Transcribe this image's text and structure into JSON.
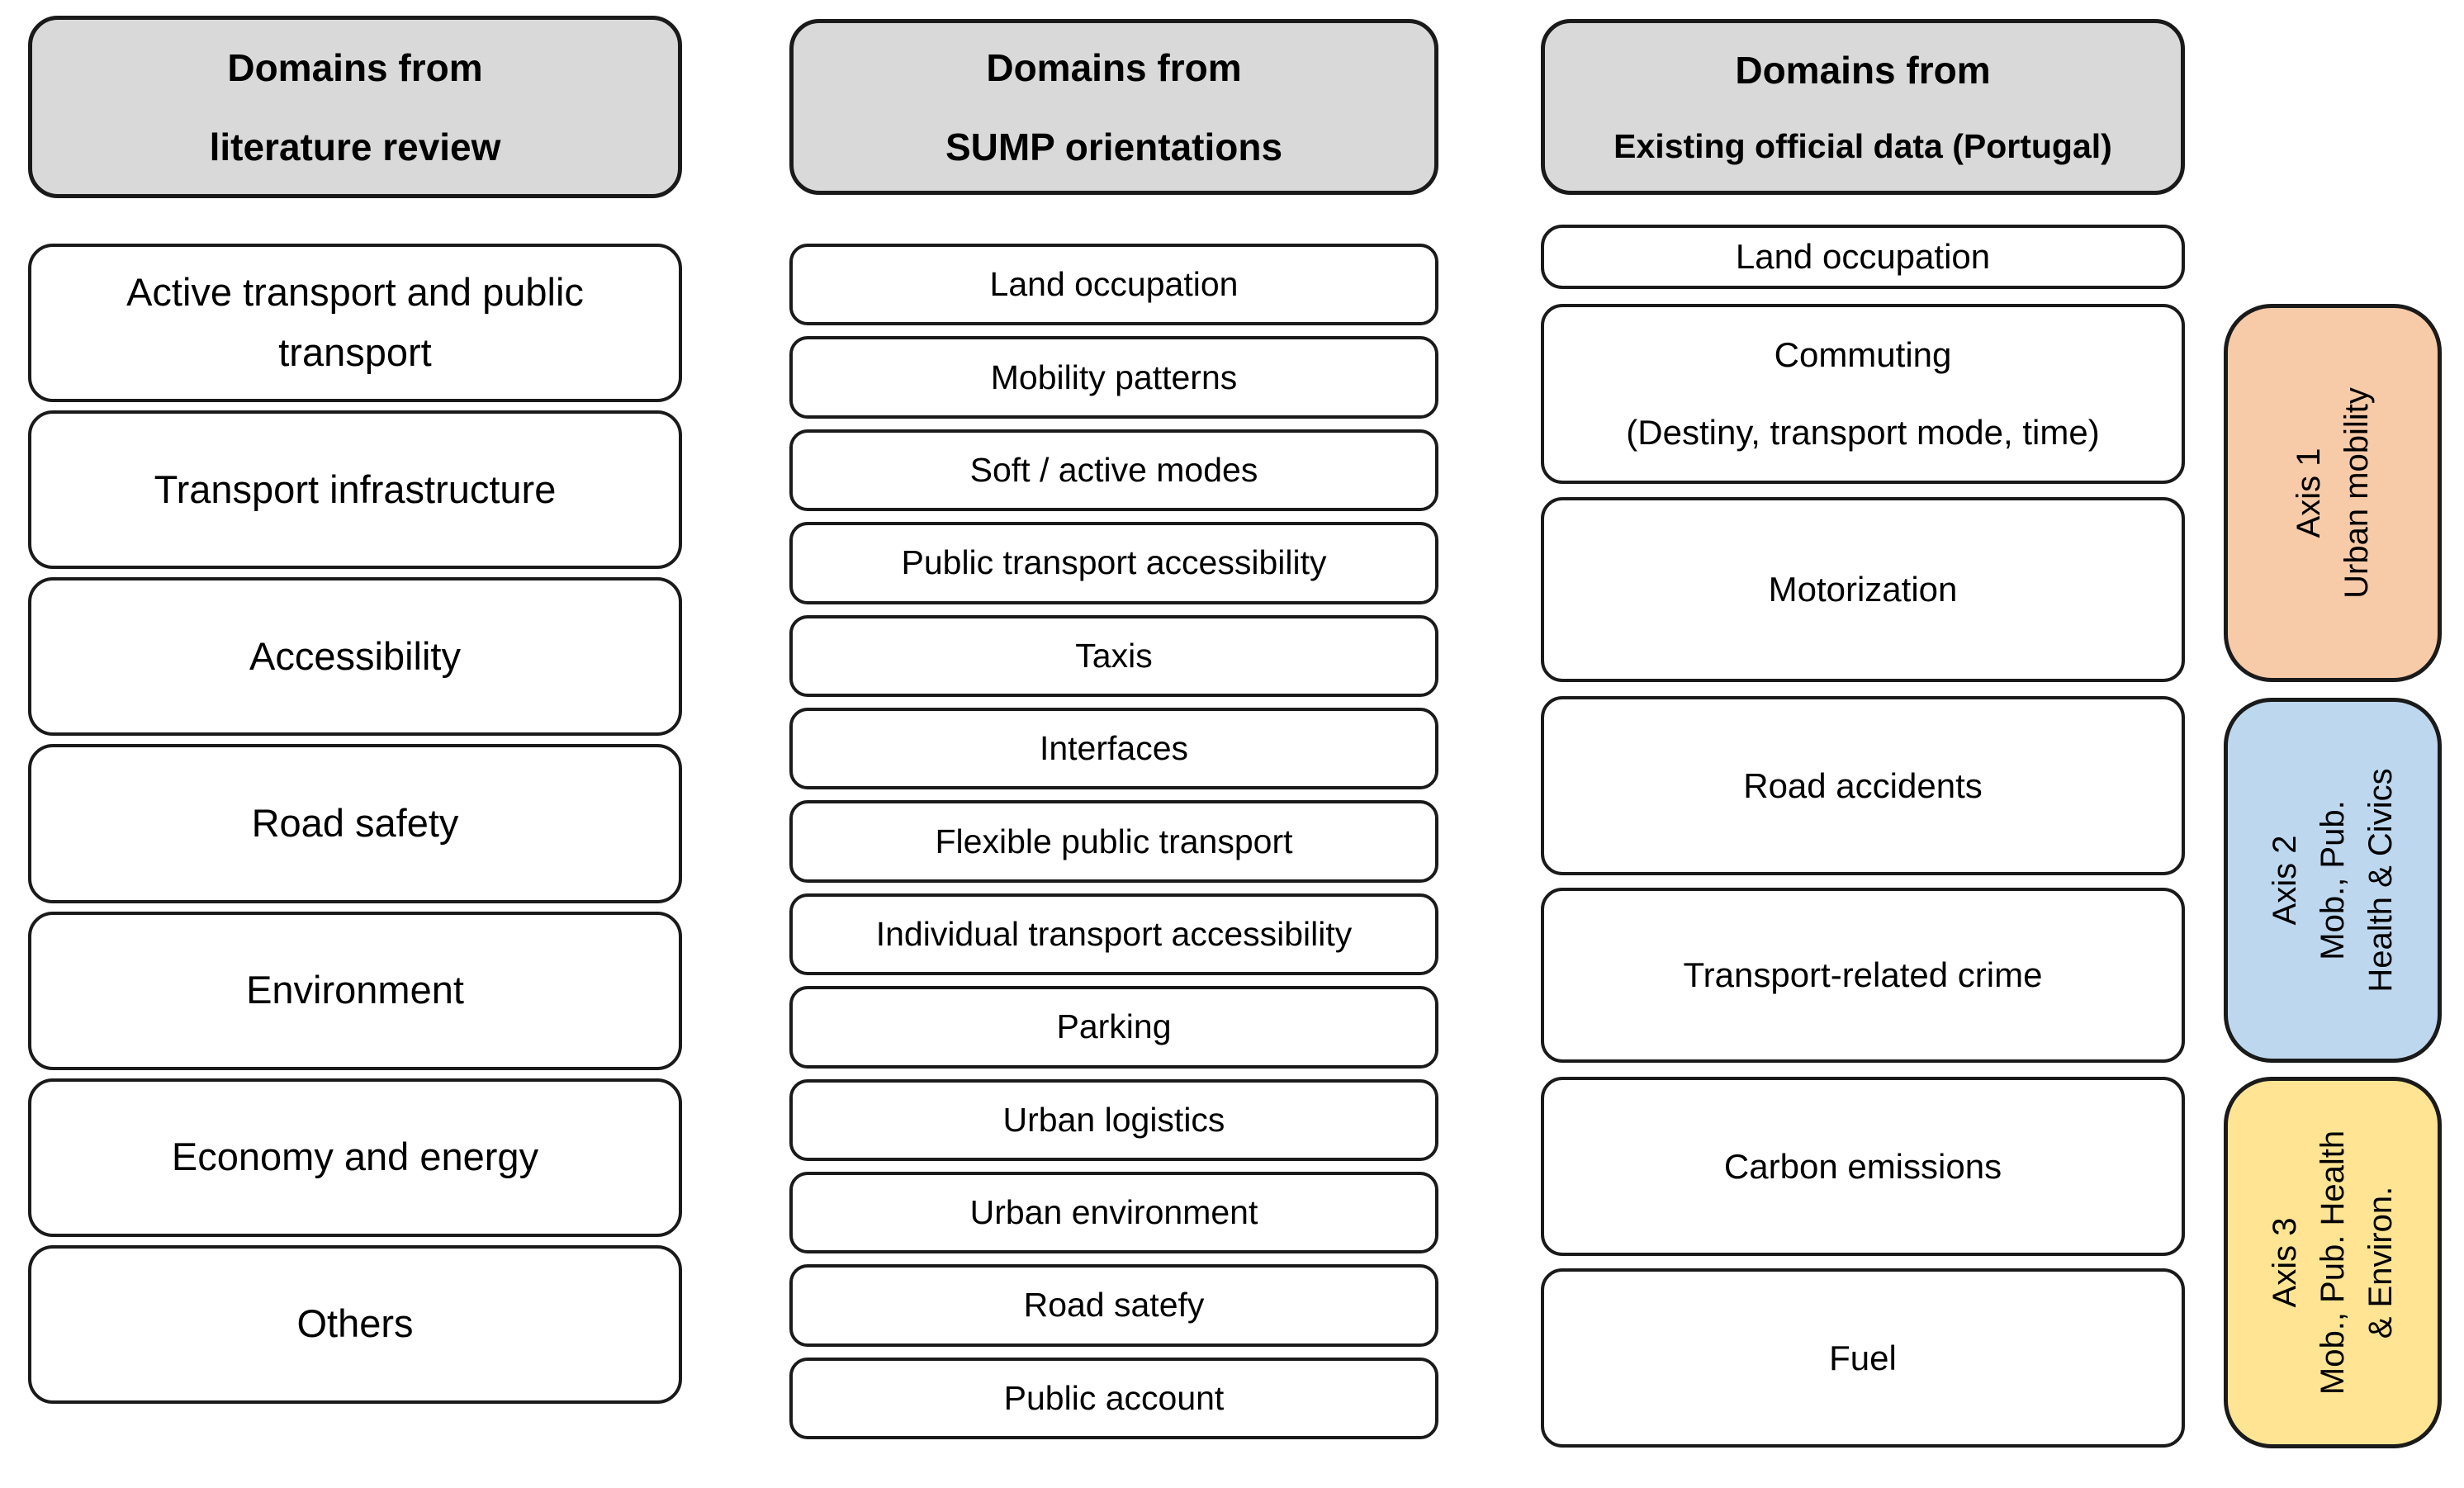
{
  "columns": [
    {
      "header_line1": "Domains from",
      "header_line2": "literature review",
      "boxes": [
        {
          "lines": [
            "Active transport and public transport"
          ]
        },
        {
          "lines": [
            "Transport infrastructure"
          ]
        },
        {
          "lines": [
            "Accessibility"
          ]
        },
        {
          "lines": [
            "Road safety"
          ]
        },
        {
          "lines": [
            "Environment"
          ]
        },
        {
          "lines": [
            "Economy and energy"
          ]
        },
        {
          "lines": [
            "Others"
          ]
        }
      ]
    },
    {
      "header_line1": "Domains from",
      "header_line2": "SUMP orientations",
      "boxes": [
        {
          "lines": [
            "Land occupation"
          ]
        },
        {
          "lines": [
            "Mobility patterns"
          ]
        },
        {
          "lines": [
            "Soft / active modes"
          ]
        },
        {
          "lines": [
            "Public transport accessibility"
          ]
        },
        {
          "lines": [
            "Taxis"
          ]
        },
        {
          "lines": [
            "Interfaces"
          ]
        },
        {
          "lines": [
            "Flexible public transport"
          ]
        },
        {
          "lines": [
            "Individual transport accessibility"
          ]
        },
        {
          "lines": [
            "Parking"
          ]
        },
        {
          "lines": [
            "Urban logistics"
          ]
        },
        {
          "lines": [
            "Urban environment"
          ]
        },
        {
          "lines": [
            "Road satefy"
          ]
        },
        {
          "lines": [
            "Public account"
          ]
        }
      ]
    },
    {
      "header_line1": "Domains from",
      "header_line2": "Existing official data (Portugal)",
      "boxes": [
        {
          "lines": [
            "Land occupation"
          ]
        },
        {
          "lines": [
            "Commuting",
            "(Destiny, transport mode, time)"
          ]
        },
        {
          "lines": [
            "Motorization"
          ]
        },
        {
          "lines": [
            "Road accidents"
          ]
        },
        {
          "lines": [
            "Transport-related crime"
          ]
        },
        {
          "lines": [
            "Carbon emissions"
          ]
        },
        {
          "lines": [
            "Fuel"
          ]
        }
      ]
    }
  ],
  "axes": [
    {
      "lines": [
        "Axis 1",
        "Urban mobility"
      ],
      "fill": "#F7CAA8"
    },
    {
      "lines": [
        "Axis 2",
        "Mob., Pub.",
        "Health & Civics"
      ],
      "fill": "#BDD7EE"
    },
    {
      "lines": [
        "Axis 3",
        "Mob., Pub. Health",
        "& Environ."
      ],
      "fill": "#FFE493"
    }
  ],
  "colors": {
    "background": "#FFFFFF",
    "header_fill": "#D9D9D9",
    "box_fill": "#FFFFFF",
    "border": "#000000",
    "axis1_fill": "#F7CAA8",
    "axis2_fill": "#BDD7EE",
    "axis3_fill": "#FFE493"
  }
}
